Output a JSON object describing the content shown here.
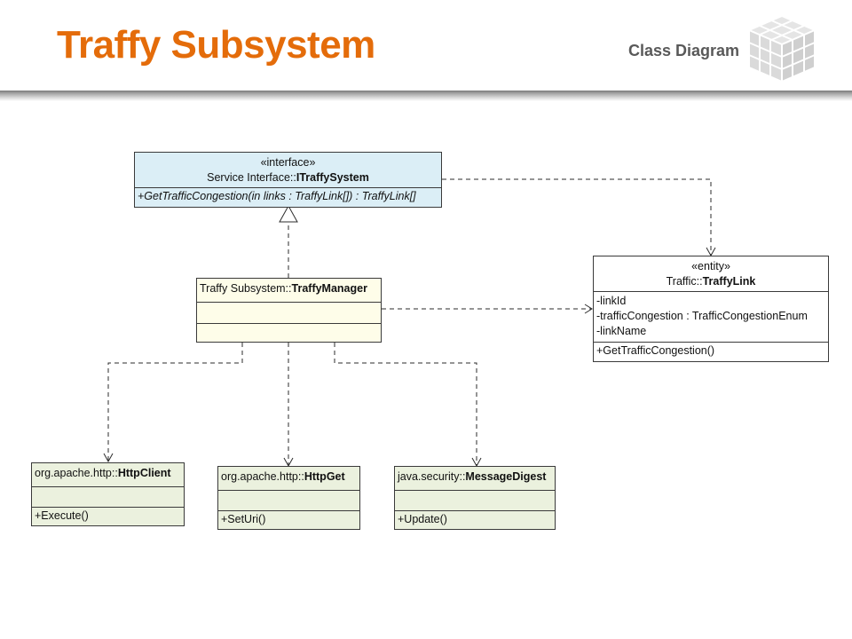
{
  "header": {
    "title": "Traffy Subsystem",
    "subtitle": "Class Diagram",
    "title_color": "#e46c0a",
    "logo_icon": "cube-logo-icon"
  },
  "classes": {
    "itraffy": {
      "stereotype": "«interface»",
      "name_prefix": "Service Interface::",
      "name": "ITraffySystem",
      "operation": "+GetTrafficCongestion(in links : TraffyLink[]) : TraffyLink[]"
    },
    "manager": {
      "name_prefix": "Traffy Subsystem::",
      "name": "TraffyManager"
    },
    "link": {
      "stereotype": "«entity»",
      "name_prefix": "Traffic::",
      "name": "TraffyLink",
      "attributes": [
        "-linkId",
        "-trafficCongestion : TrafficCongestionEnum",
        "-linkName"
      ],
      "operation": "+GetTrafficCongestion()"
    },
    "httpclient": {
      "name_prefix": "org.apache.http::",
      "name": "HttpClient",
      "operation": "+Execute()"
    },
    "httpget": {
      "name_prefix": "org.apache.http::",
      "name": "HttpGet",
      "operation": "+SetUri()"
    },
    "digest": {
      "name_prefix": "java.security::",
      "name": "MessageDigest",
      "operation": "+Update()"
    }
  },
  "colors": {
    "interface_fill": "#dbeef6",
    "manager_fill": "#fefde9",
    "library_fill": "#ebf1de",
    "entity_fill": "#ffffff"
  }
}
